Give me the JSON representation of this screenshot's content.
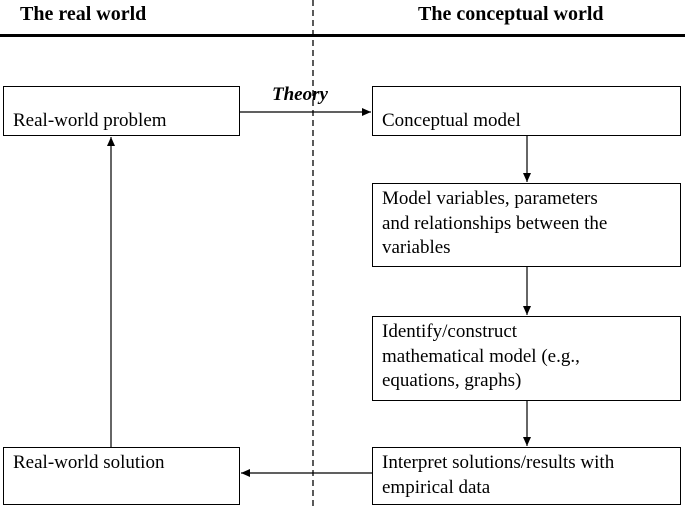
{
  "headers": {
    "real_world": "The real world",
    "conceptual_world": "The conceptual world"
  },
  "edge_label": "Theory",
  "nodes": {
    "real_world_problem": "Real-world problem",
    "conceptual_model": "Conceptual model",
    "model_variables": [
      "Model variables, parameters",
      "and relationships between the",
      "variables"
    ],
    "mathematical_model": [
      "Identify/construct",
      "mathematical model (e.g.,",
      "equations, graphs)"
    ],
    "interpret_solutions": [
      "Interpret solutions/results with",
      "empirical data"
    ],
    "real_world_solution": "Real-world solution"
  },
  "edges": [
    {
      "from": "real_world_problem",
      "to": "conceptual_model",
      "label": "Theory"
    },
    {
      "from": "conceptual_model",
      "to": "model_variables"
    },
    {
      "from": "model_variables",
      "to": "mathematical_model"
    },
    {
      "from": "mathematical_model",
      "to": "interpret_solutions"
    },
    {
      "from": "interpret_solutions",
      "to": "real_world_solution"
    },
    {
      "from": "real_world_solution",
      "to": "real_world_problem"
    }
  ]
}
